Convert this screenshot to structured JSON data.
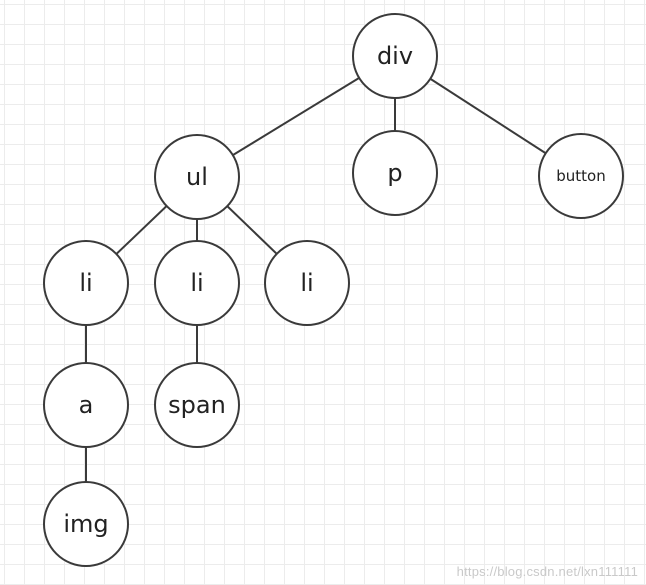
{
  "diagram": {
    "nodes": [
      {
        "id": "div",
        "label": "div"
      },
      {
        "id": "ul",
        "label": "ul"
      },
      {
        "id": "p",
        "label": "p"
      },
      {
        "id": "button",
        "label": "button"
      },
      {
        "id": "li1",
        "label": "li"
      },
      {
        "id": "li2",
        "label": "li"
      },
      {
        "id": "li3",
        "label": "li"
      },
      {
        "id": "a",
        "label": "a"
      },
      {
        "id": "span",
        "label": "span"
      },
      {
        "id": "img",
        "label": "img"
      }
    ],
    "edges": [
      {
        "from": "div",
        "to": "ul"
      },
      {
        "from": "div",
        "to": "p"
      },
      {
        "from": "div",
        "to": "button"
      },
      {
        "from": "ul",
        "to": "li1"
      },
      {
        "from": "ul",
        "to": "li2"
      },
      {
        "from": "ul",
        "to": "li3"
      },
      {
        "from": "li1",
        "to": "a"
      },
      {
        "from": "li2",
        "to": "span"
      },
      {
        "from": "a",
        "to": "img"
      }
    ],
    "colors": {
      "node_stroke": "#3a3a3a",
      "node_fill": "#ffffff",
      "edge": "#3a3a3a",
      "grid": "#ececec"
    }
  },
  "watermark": "https://blog.csdn.net/lxn111111"
}
